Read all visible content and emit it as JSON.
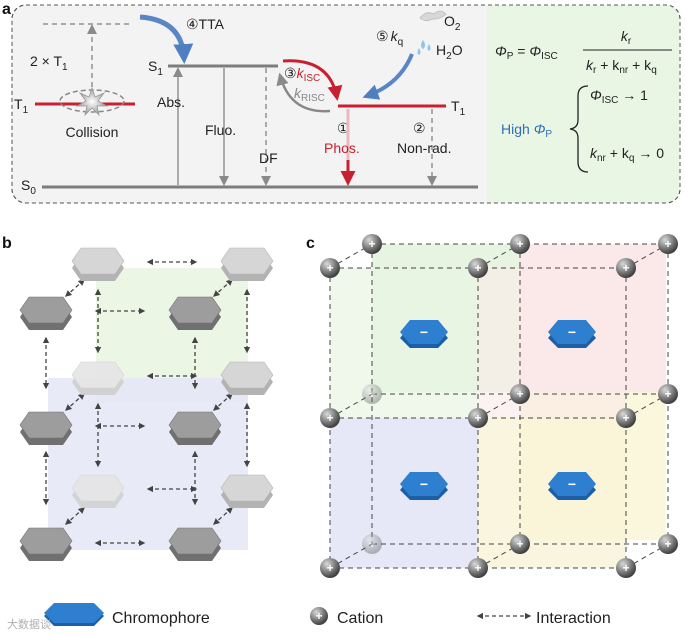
{
  "panels": {
    "a": "a",
    "b": "b",
    "c": "c"
  },
  "panel_a": {
    "levels": {
      "s1": "S",
      "s1_sub": "1",
      "t1": "T",
      "t1_sub": "1",
      "s0": "S",
      "s0_sub": "0"
    },
    "two_t1": {
      "prefix": "2 × T",
      "sub": "1"
    },
    "collision": "Collision",
    "abs": "Abs.",
    "fluo": "Fluo.",
    "df": "DF",
    "phos": "Phos.",
    "nonrad": "Non-rad.",
    "tta": "④TTA",
    "circ1": "①",
    "circ2": "②",
    "circ3": "③",
    "circ5": "⑤",
    "k": "k",
    "isc_sub": "ISC",
    "risc_sub": "RISC",
    "q_sub": "q",
    "o2": {
      "main": "O",
      "sub": "2"
    },
    "h2o": {
      "a": "H",
      "sub": "2",
      "b": "O"
    },
    "formula": {
      "phi": "Φ",
      "p_sub": "P",
      "equals": " = ",
      "isc_sub": "ISC",
      "numerator_k": "k",
      "numerator_sub": "r",
      "denominator": [
        "k",
        "r",
        " + k",
        "nr",
        " + k",
        "q"
      ]
    },
    "high_phi": {
      "text": "High ",
      "phi": "Φ",
      "sub": "P"
    },
    "cond1": {
      "phi": "Φ",
      "sub": "ISC",
      "arrow": " → 1"
    },
    "cond2": {
      "k1": "k",
      "s1": "nr",
      "plus": " + k",
      "s2": "q",
      "arrow": " → 0"
    }
  },
  "legend": {
    "chromophore": "Chromophore",
    "cation": "Cation",
    "interaction": "Interaction",
    "watermark": "大数据谈"
  },
  "colors": {
    "red": "#c8202f",
    "blue": "#2f6fb7",
    "chromophore_blue": "#2e7fd0",
    "grey_line": "#8a8a8a",
    "green_bg": "#e9f6e4",
    "panel_a_bg": "#f3f3f3"
  }
}
